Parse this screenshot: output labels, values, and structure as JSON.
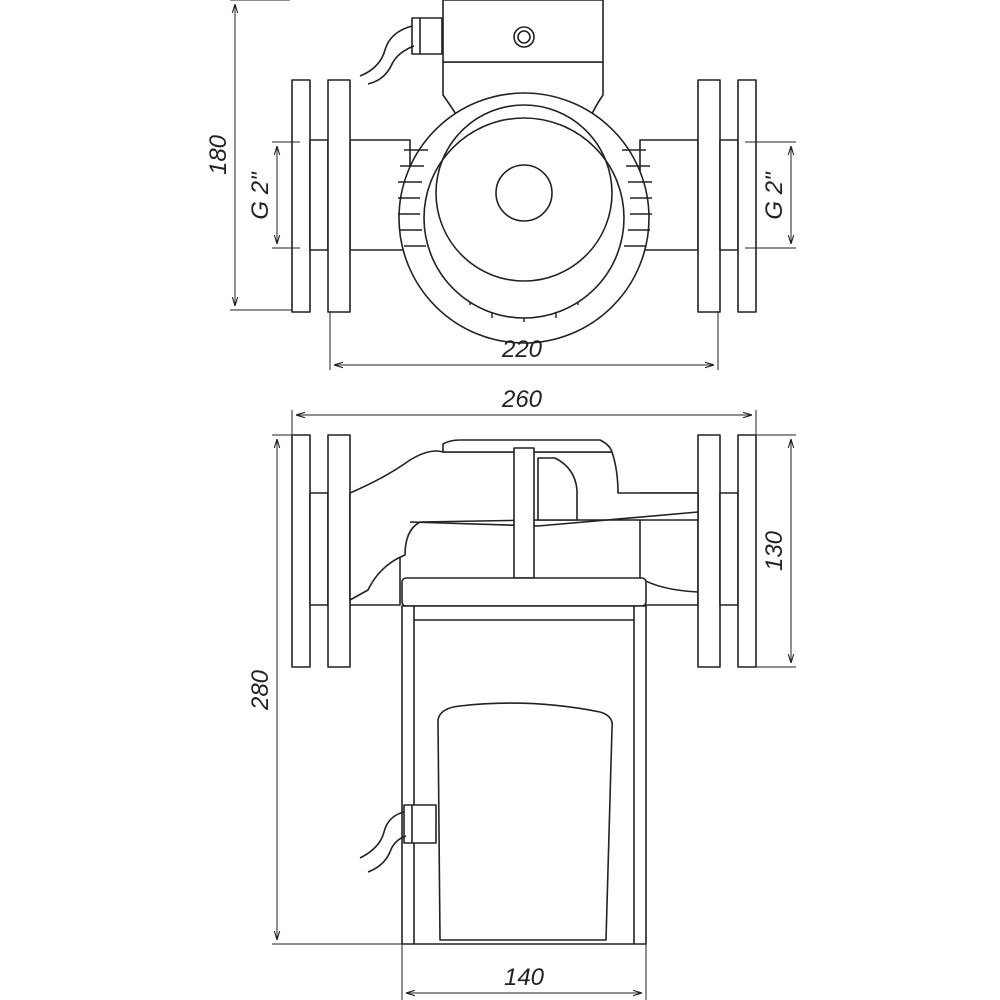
{
  "dimensions": {
    "top_height": "180",
    "left_thread": "G 2\"",
    "right_thread": "G 2\"",
    "top_flange_span": "220",
    "overall_width": "260",
    "right_height": "130",
    "left_height": "280",
    "motor_width": "140"
  }
}
